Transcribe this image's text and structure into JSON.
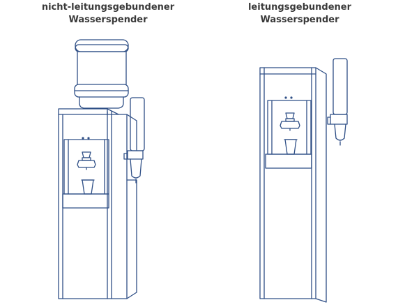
{
  "captions": {
    "left": {
      "line1": "nicht-leitungsgebundener",
      "line2": "Wasserspender"
    },
    "right": {
      "line1": "leitungsgebundener",
      "line2": "Wasserspender"
    }
  },
  "colors": {
    "line": "#2f4f86",
    "text": "#3a3a3a",
    "background": "#ffffff"
  },
  "drawings": [
    "bottle-water-dispenser",
    "mains-connected-water-dispenser"
  ]
}
